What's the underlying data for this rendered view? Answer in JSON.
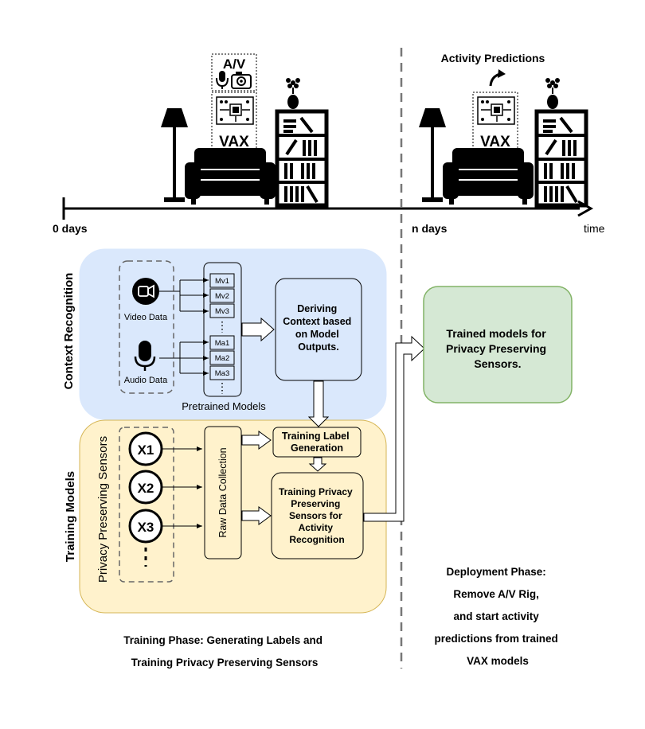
{
  "timeline": {
    "start_label": "0 days",
    "mid_label": "n days",
    "end_label": "time",
    "activity_predictions": "Activity Predictions",
    "av_label": "A/V",
    "vax_label_left": "VAX",
    "vax_label_right": "VAX"
  },
  "context_recognition": {
    "side_label": "Context Recognition",
    "video_label": "Video Data",
    "audio_label": "Audio Data",
    "video_models": [
      "Mv1",
      "Mv2",
      "Mv3"
    ],
    "audio_models": [
      "Ma1",
      "Ma2",
      "Ma3"
    ],
    "pretrained_label": "Pretrained Models",
    "deriving_lines": [
      "Deriving",
      "Context based",
      "on Model",
      "Outputs."
    ]
  },
  "training": {
    "side_label": "Training Models",
    "privacy_label": "Privacy Preserving Sensors",
    "sensors": [
      "X1",
      "X2",
      "X3"
    ],
    "raw_data_label": "Raw Data Collection",
    "label_gen_lines": [
      "Training Label",
      "Generation"
    ],
    "train_privacy_lines": [
      "Training Privacy",
      "Preserving",
      "Sensors for",
      "Activity",
      "Recognition"
    ]
  },
  "trained_models_lines": [
    "Trained models for",
    "Privacy Preserving",
    "Sensors."
  ],
  "training_phase_lines": [
    "Training Phase: Generating Labels and",
    "Training Privacy Preserving Sensors"
  ],
  "deployment_lines": [
    "Deployment Phase:",
    "Remove A/V Rig,",
    "and start activity",
    "predictions from trained",
    "VAX models"
  ],
  "colors": {
    "context_bg": "#dae8fc",
    "training_bg": "#fff2cc",
    "training_border": "#d6b656",
    "trained_bg": "#d5e8d4",
    "trained_border": "#82b366",
    "box_bg": "#dae8fc"
  }
}
